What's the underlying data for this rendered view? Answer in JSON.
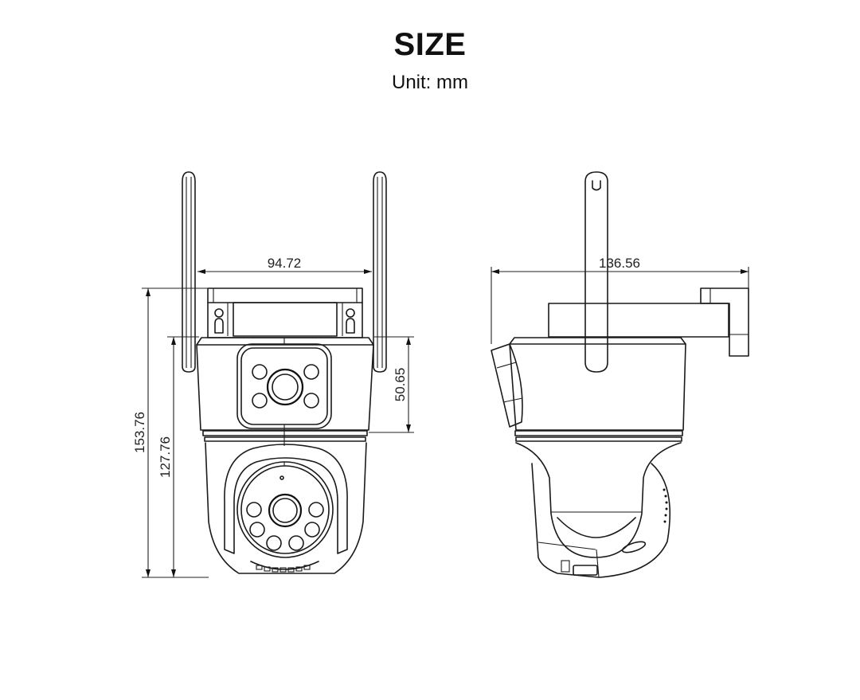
{
  "header": {
    "title": "SIZE",
    "subtitle": "Unit: mm"
  },
  "front_view": {
    "dimensions": {
      "width_top_bracket": "94.72",
      "upper_housing_height": "50.65",
      "total_height": "153.76",
      "body_height": "127.76"
    }
  },
  "side_view": {
    "dimensions": {
      "total_depth": "136.56"
    }
  },
  "colors": {
    "line": "#1a1a1a",
    "background": "#ffffff"
  }
}
